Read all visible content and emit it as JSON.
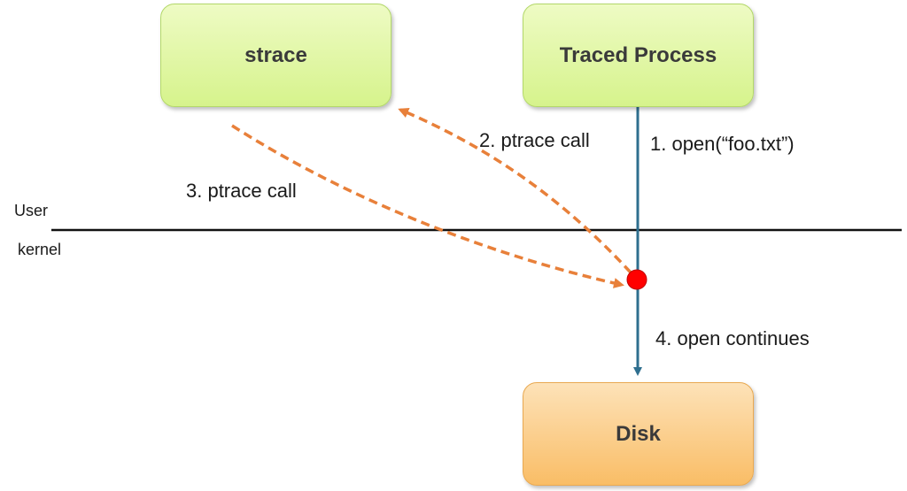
{
  "boxes": {
    "strace": "strace",
    "traced_process": "Traced Process",
    "disk": "Disk"
  },
  "steps": {
    "step1": "1. open(“foo.txt”)",
    "step2": "2. ptrace call",
    "step3": "3. ptrace call",
    "step4": "4. open continues"
  },
  "regions": {
    "user": "User",
    "kernel": "kernel"
  },
  "colors": {
    "green_box": "#d6f38c",
    "orange_box": "#f9bd66",
    "blue_line": "#2f6f8f",
    "orange_arrow": "#e8803a",
    "trap_point": "#ff0000"
  }
}
